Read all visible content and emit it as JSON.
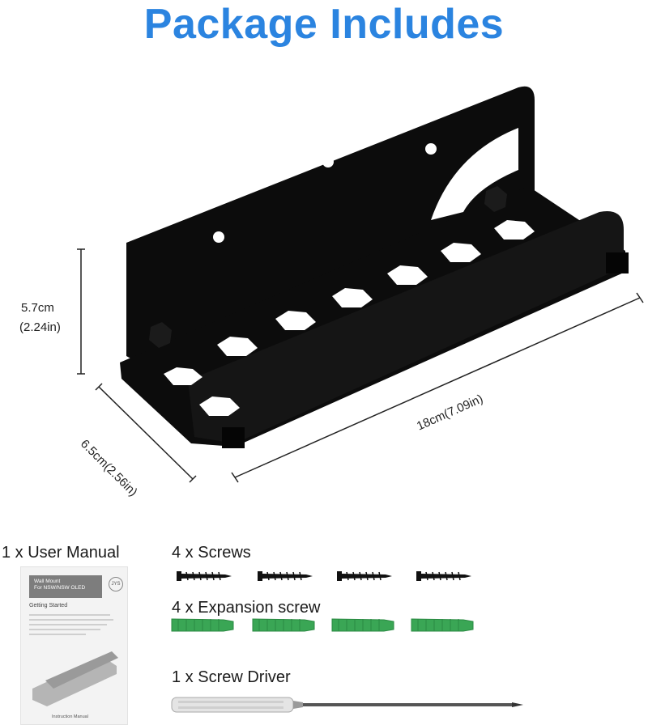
{
  "title": "Package Includes",
  "dimensions": {
    "height_cm": "5.7cm",
    "height_in": "(2.24in)",
    "depth": "6.5cm(2.56in)",
    "length": "18cm(7.09in)"
  },
  "package": {
    "manual_label": "1 x User Manual",
    "screws_label": "4 x Screws",
    "expansion_label": "4 x Expansion screw",
    "driver_label": "1 x Screw Driver"
  },
  "manual": {
    "heading_line1": "Wall Mount",
    "heading_line2": "For NSW/NSW OLED",
    "logo": "JYS",
    "subheading": "Getting Started",
    "footer": "Instruction Manual"
  },
  "colors": {
    "title": "#2b84e0",
    "product": "#0c0c0c",
    "anchor": "#3aa655"
  },
  "icons": [
    "wall-shelf-product",
    "screw-icon",
    "expansion-anchor-icon",
    "screwdriver-icon"
  ]
}
